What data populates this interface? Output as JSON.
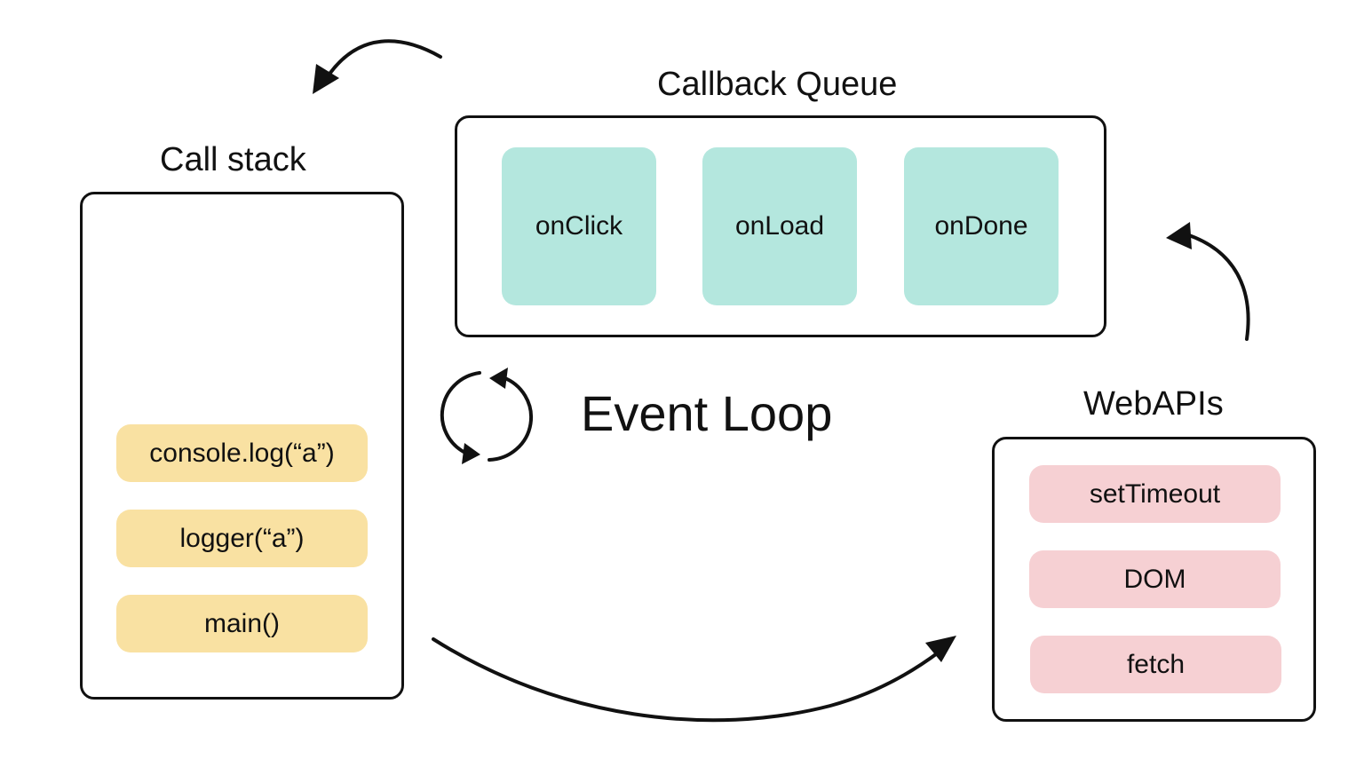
{
  "call_stack": {
    "title": "Call stack",
    "frames": [
      "console.log(“a”)",
      "logger(“a”)",
      "main()"
    ]
  },
  "callback_queue": {
    "title": "Callback Queue",
    "items": [
      "onClick",
      "onLoad",
      "onDone"
    ]
  },
  "event_loop": {
    "label": "Event Loop"
  },
  "web_apis": {
    "title": "WebAPIs",
    "items": [
      "setTimeout",
      "DOM",
      "fetch"
    ]
  },
  "colors": {
    "stack_frame": "#f9e1a2",
    "queue_item": "#b4e7de",
    "web_api_item": "#f6d0d3",
    "stroke": "#111111"
  },
  "icons": [
    "refresh-cycle-icon",
    "curved-arrow-icon"
  ]
}
